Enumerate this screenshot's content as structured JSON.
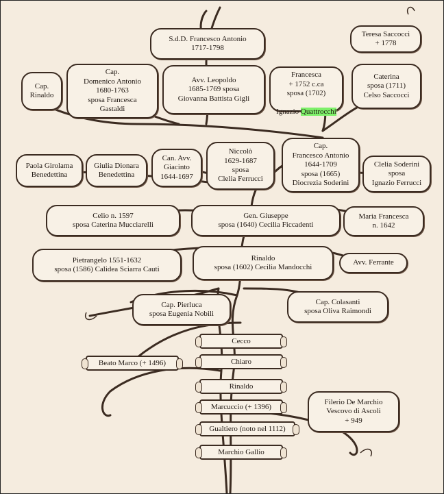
{
  "nodes": {
    "francesco_antonio_1717": "S.d.D. Francesco Antonio\n1717-1798",
    "teresa_saccocci": "Teresa Saccocci\n+ 1778",
    "cap_rinaldo": "Cap.\nRinaldo",
    "domenico_antonio": "Cap.\nDomenico Antonio\n1680-1763\nsposa Francesca\nGastaldi",
    "leopoldo": "Avv. Leopoldo\n1685-1769 sposa\nGiovanna Battista Gigli",
    "francesca_line1": "Francesca\n+ 1752 c.ca\nsposa (1702)",
    "francesca_line2_prefix": "Ignazio ",
    "francesca_line2_highlight": "Quattrocchi",
    "caterina": "Caterina\nsposa (1711)\nCelso Saccocci",
    "paola": "Paola Girolama\nBenedettina",
    "giulia": "Giulia Dionara\nBenedettina",
    "giacinto": "Can. Avv.\nGiacinto\n1644-1697",
    "niccolo": "Niccolò\n1629-1687\nsposa\nClelia Ferrucci",
    "francesco_antonio_1644": "Cap.\nFrancesco Antonio\n1644-1709\nsposa (1665)\nDiocrezia Soderini",
    "clelia_soderini": "Clelia Soderini\nsposa\nIgnazio Ferrucci",
    "celio": "Celio n. 1597\nsposa Caterina Mucciarelli",
    "giuseppe": "Gen. Giuseppe\nsposa (1640) Cecilia Ficcadenti",
    "maria_francesca": "Maria Francesca\nn. 1642",
    "pietrangelo": "Pietrangelo 1551-1632\nsposa (1586) Calidea Sciarra Cauti",
    "rinaldo_1602": "Rinaldo\nsposa (1602) Cecilia Mandocchi",
    "ferrante": "Avv. Ferrante",
    "pierluca": "Cap. Pierluca\nsposa Eugenia Nobili",
    "colasanti": "Cap. Colasanti\nsposa Oliva Raimondi",
    "filerio": "Filerio De Marchio\nVescovo di Ascoli\n+ 949"
  },
  "trunk_scrolls": {
    "cecco": "Cecco",
    "chiaro": "Chiaro",
    "beato_marco": "Beato Marco (+ 1496)",
    "rinaldo": "Rinaldo",
    "marcuccio": "Marcuccio (+ 1396)",
    "gualtiero": "Gualtiero (noto nel 1112)",
    "marchio_gallio": "Marchio Gallio"
  },
  "colors": {
    "ink": "#3b2b21",
    "paper": "#f5ecdf",
    "highlight": "#7ef06a"
  }
}
